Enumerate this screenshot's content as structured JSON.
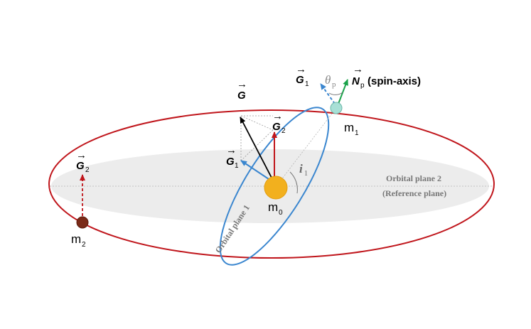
{
  "colors": {
    "orbit2": "#c0161c",
    "orbit1": "#3a86cf",
    "reference_plane": "#ececec",
    "spin_axis": "#1aa24a",
    "m0": "#f2b01e",
    "m1": "#a8e0d6",
    "m2": "#7a2a18",
    "ink": "#000000"
  },
  "labels": {
    "G": "G",
    "G1": "G",
    "G1_sub": "1",
    "G2": "G",
    "G2_sub": "2",
    "Np": "N",
    "Np_sub": "p",
    "spin_axis": "(spin-axis)",
    "theta": "θ",
    "theta_sub": "p",
    "incl": "i",
    "incl_sub": "1",
    "m0": "m",
    "m0_sub": "0",
    "m1": "m",
    "m1_sub": "1",
    "m2": "m",
    "m2_sub": "2",
    "vector_arrow": "→",
    "orbital_plane_1": "Orbital plane 1",
    "orbital_plane_2": "Orbital plane 2",
    "reference_plane": "(Reference plane)"
  }
}
